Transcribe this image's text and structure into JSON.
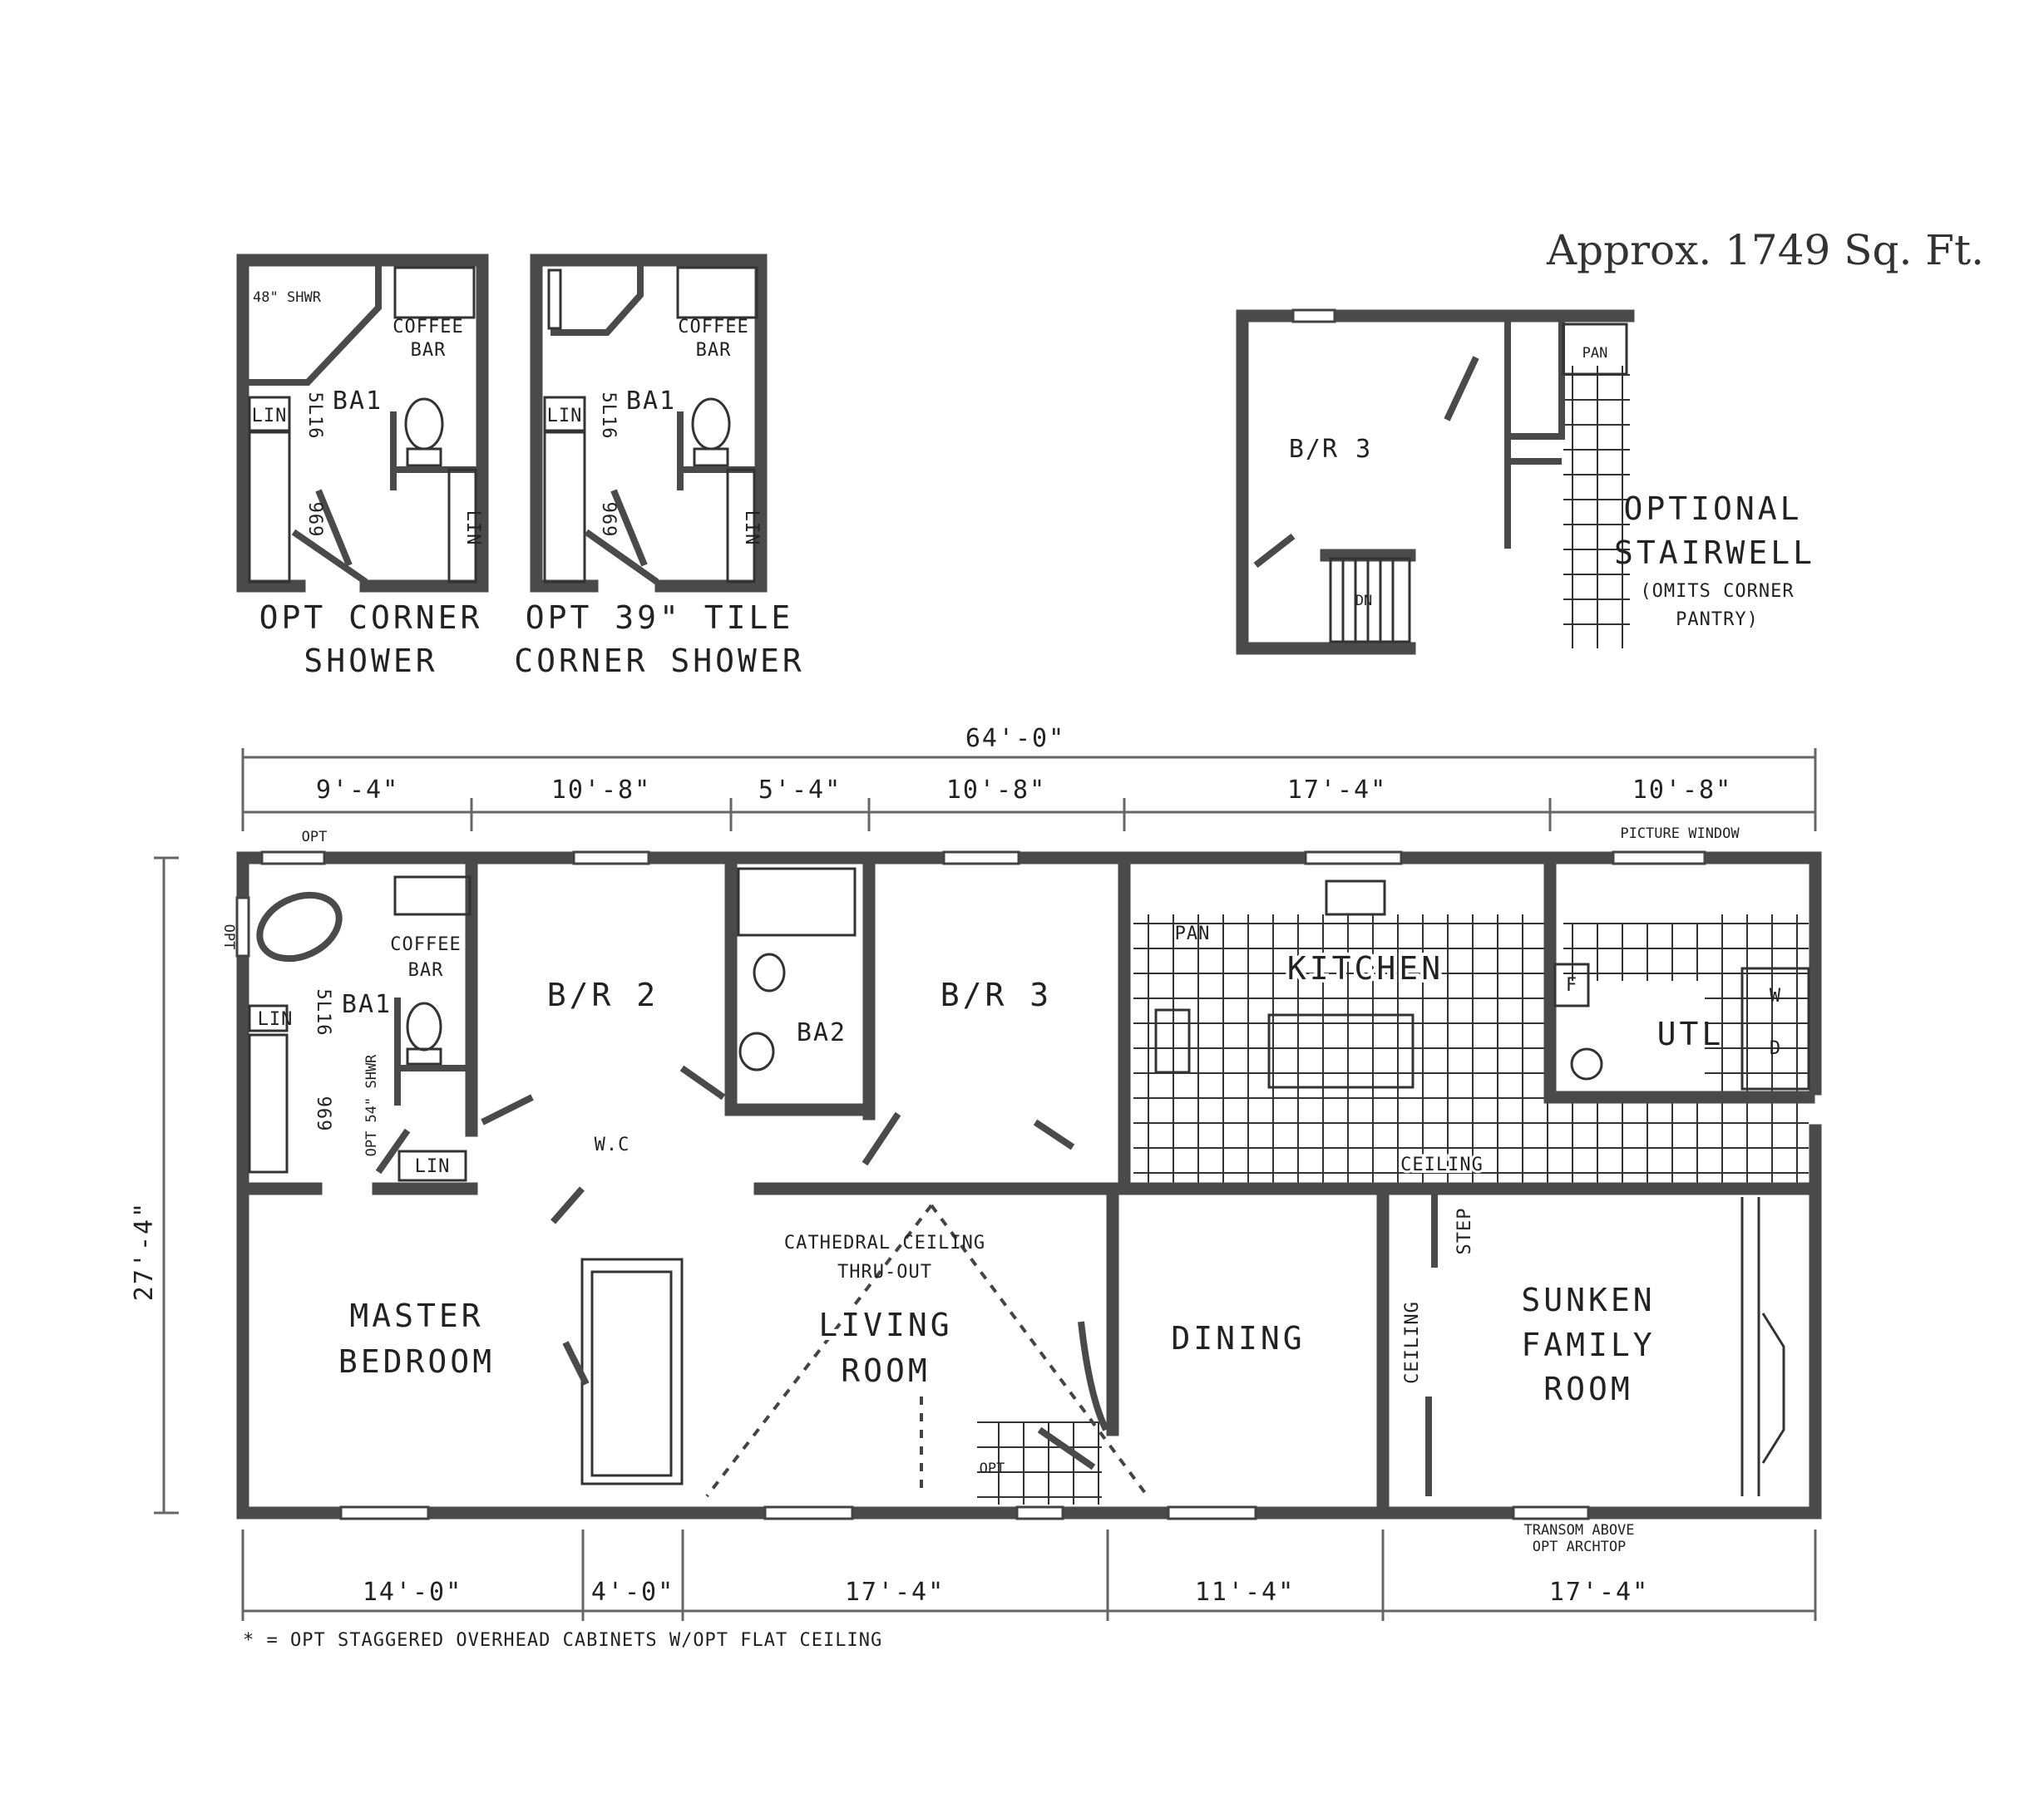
{
  "header": {
    "approx_area": "Approx. 1749 Sq. Ft."
  },
  "inset_bath_1": {
    "caption_1": "OPT CORNER",
    "caption_2": "SHOWER",
    "shower": "48\" SHWR",
    "coffee_1": "COFFEE",
    "coffee_2": "BAR",
    "room": "BA1",
    "lin_1": "LIN",
    "lin_2": "LIN",
    "tub_code": "5L16",
    "sink_code": "969"
  },
  "inset_bath_2": {
    "caption_1": "OPT 39\" TILE",
    "caption_2": "CORNER SHOWER",
    "coffee_1": "COFFEE",
    "coffee_2": "BAR",
    "room": "BA1",
    "lin_1": "LIN",
    "lin_2": "LIN",
    "tub_code": "5L16",
    "sink_code": "969"
  },
  "inset_stair": {
    "room": "B/R 3",
    "pantry": "PAN",
    "note_1": "OPTIONAL",
    "note_2": "STAIRWELL",
    "note_3": "(OMITS CORNER",
    "note_4": "PANTRY)",
    "stair_dir": "DN"
  },
  "dimensions": {
    "overall_width": "64'-0\"",
    "overall_depth": "27'-4\"",
    "top": [
      "9'-4\"",
      "10'-8\"",
      "5'-4\"",
      "10'-8\"",
      "17'-4\"",
      "10'-8\""
    ],
    "bottom": [
      "14'-0\"",
      "4'-0\"",
      "17'-4\"",
      "11'-4\"",
      "17'-4\""
    ]
  },
  "rooms": {
    "ba1": "BA1",
    "coffee_1": "COFFEE",
    "coffee_2": "BAR",
    "br2": "B/R 2",
    "ba2": "BA2",
    "br3": "B/R 3",
    "kitchen": "KITCHEN",
    "pantry": "PAN",
    "utility": "UTL",
    "w": "W",
    "d": "D",
    "f": "F",
    "master_1": "MASTER",
    "master_2": "BEDROOM",
    "living_1": "LIVING",
    "living_2": "ROOM",
    "cathedral_1": "CATHEDRAL CEILING",
    "cathedral_2": "THRU-OUT",
    "dining": "DINING",
    "family_1": "SUNKEN",
    "family_2": "FAMILY",
    "family_3": "ROOM",
    "lin_1": "LIN",
    "lin_2": "LIN",
    "wc": "W.C",
    "shower": "OPT 54\" SHWR",
    "tub_code": "5L16",
    "sink_code": "969",
    "opt_top": "OPT",
    "opt_side": "OPT",
    "opt_stair": "OPT",
    "ceiling_1": "CEILING",
    "ceiling_2": "CEILING",
    "step": "STEP",
    "picture_window": "PICTURE WINDOW",
    "transom_1": "TRANSOM ABOVE",
    "transom_2": "OPT ARCHTOP"
  },
  "footnote": "* = OPT STAGGERED OVERHEAD CABINETS W/OPT FLAT CEILING"
}
